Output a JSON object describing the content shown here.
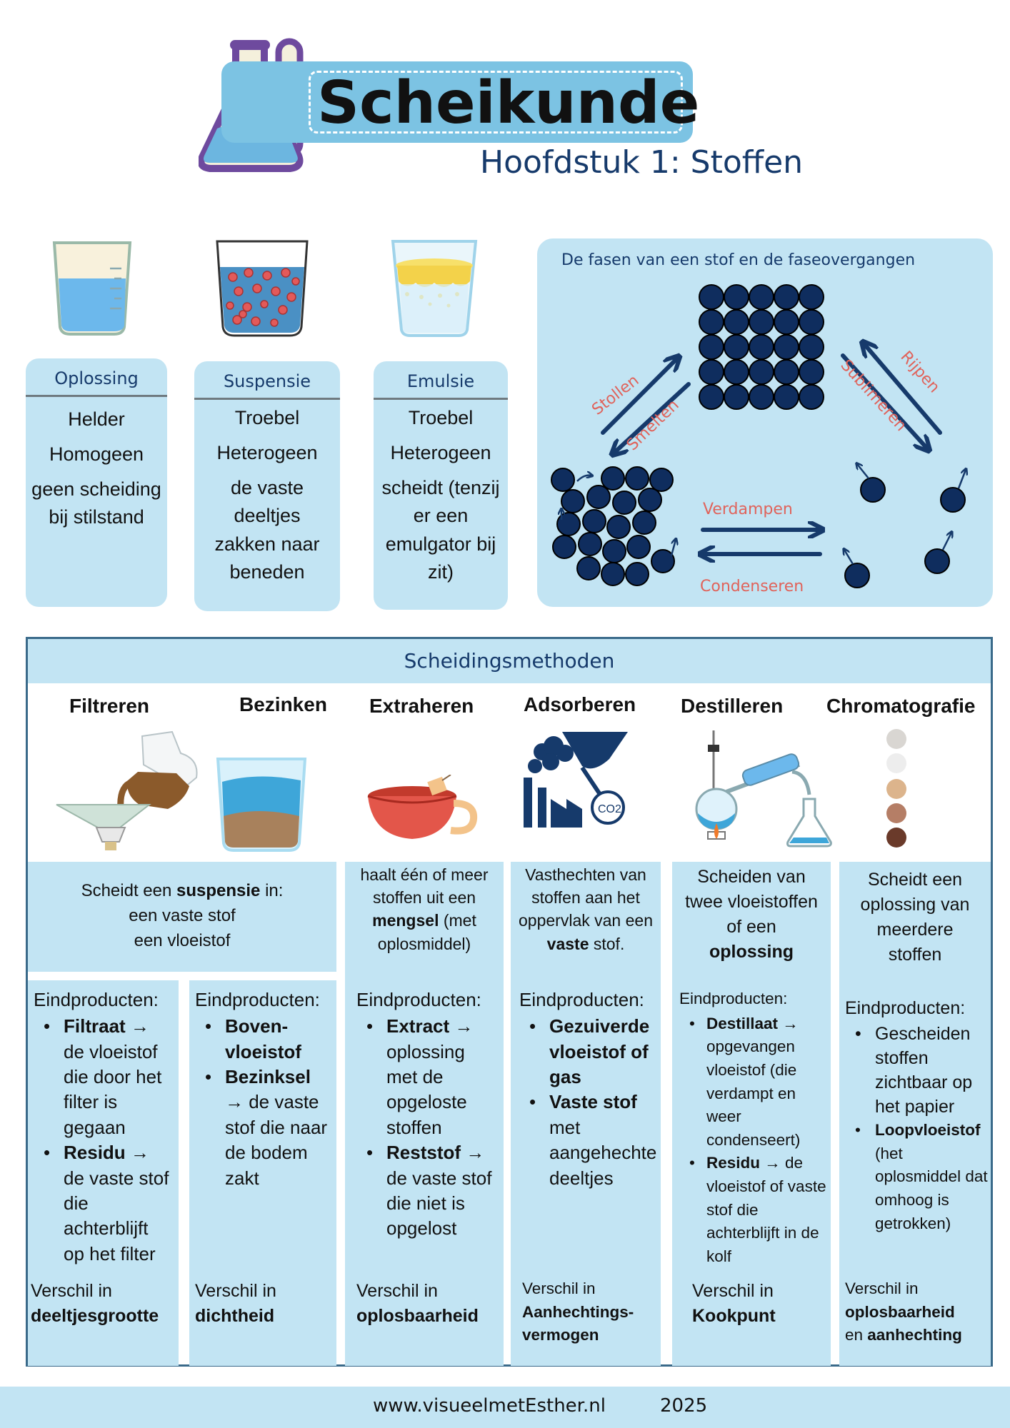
{
  "header": {
    "title": "Scheikunde",
    "subtitle": "Hoofdstuk 1: Stoffen"
  },
  "mixtures": [
    {
      "name": "Oplossing",
      "lines": [
        "Helder",
        "Homogeen",
        "geen scheiding bij stilstand"
      ]
    },
    {
      "name": "Suspensie",
      "lines": [
        "Troebel",
        "Heterogeen",
        "de vaste deeltjes zakken naar beneden"
      ]
    },
    {
      "name": "Emulsie",
      "lines": [
        "Troebel",
        "Heterogeen",
        "scheidt (tenzij er een emulgator bij zit)"
      ]
    }
  ],
  "phases": {
    "title": "De fasen van een stof en de faseovergangen",
    "transitions": {
      "solidify": "Stollen",
      "melt": "Smelten",
      "deposit": "Rijpen",
      "sublimate": "Sublimeren",
      "evaporate": "Verdampen",
      "condense": "Condenseren"
    }
  },
  "separation": {
    "title": "Scheidingsmethoden",
    "methods": [
      "Filtreren",
      "Bezinken",
      "Extraheren",
      "Adsorberen",
      "Destilleren",
      "Chromatografie"
    ],
    "co2_label": "CO2",
    "shared_label": "Eindproducten:",
    "difference_prefix": "Verschil in",
    "filtreren_bezinken": {
      "desc_pre": "Scheidt een ",
      "desc_bold": "suspensie",
      "desc_post": " in:",
      "desc_line2": "een vaste stof",
      "desc_line3": "een vloeistof"
    },
    "filtreren": {
      "items": [
        {
          "bold": "Filtraat",
          "rest": " → de vloeistof die door het filter is gegaan"
        },
        {
          "bold": "Residu",
          "rest": " → de vaste stof die achterblijft op het filter"
        }
      ],
      "difference": "deeltjesgrootte"
    },
    "bezinken": {
      "items": [
        {
          "bold": "Boven-vloeistof",
          "rest": ""
        },
        {
          "bold": "Bezinksel",
          "rest": " → de vaste stof die naar de bodem zakt"
        }
      ],
      "difference": "dichtheid"
    },
    "extraheren": {
      "desc_pre": "haalt één of meer stoffen uit een ",
      "desc_bold": "mengsel",
      "desc_post": " (met oplosmiddel)",
      "items": [
        {
          "bold": "Extract",
          "rest": " → oplossing met de opgeloste stoffen"
        },
        {
          "bold": "Reststof",
          "rest": " → de vaste stof die niet is opgelost"
        }
      ],
      "difference": "oplosbaarheid"
    },
    "adsorberen": {
      "desc_pre": "Vasthechten van stoffen aan het oppervlak van een ",
      "desc_bold": "vaste",
      "desc_post": " stof.",
      "items": [
        {
          "bold": "Gezuiverde vloeistof of gas",
          "rest": ""
        },
        {
          "bold": "Vaste stof",
          "rest": " met aangehechte deeltjes"
        }
      ],
      "difference": "Aanhechtings-vermogen"
    },
    "destilleren": {
      "desc_pre": "Scheiden van twee vloeistoffen of een ",
      "desc_bold": "oplossing",
      "desc_post": "",
      "items": [
        {
          "bold": "Destillaat",
          "rest": " → opgevangen vloeistof (die verdampt en weer condenseert)"
        },
        {
          "bold": "Residu",
          "rest": " → de vloeistof of vaste stof die achterblijft in de kolf"
        }
      ],
      "difference": "Kookpunt"
    },
    "chromatografie": {
      "desc": "Scheidt een oplossing van meerdere stoffen",
      "items": [
        {
          "bold": "",
          "rest": "Gescheiden stoffen zichtbaar op het papier"
        },
        {
          "bold": "Loopvloeistof",
          "rest": " (het oplosmiddel dat omhoog is getrokken)"
        }
      ],
      "difference": "oplosbaarheid",
      "difference_joiner": "en",
      "difference2": "aanhechting"
    }
  },
  "footer": {
    "url": "www.visueelmetEsther.nl",
    "year": "2025"
  },
  "colors": {
    "accent_blue": "#7cc3e3",
    "panel_blue": "#c2e4f3",
    "navy": "#163a6b",
    "red_label": "#e0635b"
  }
}
